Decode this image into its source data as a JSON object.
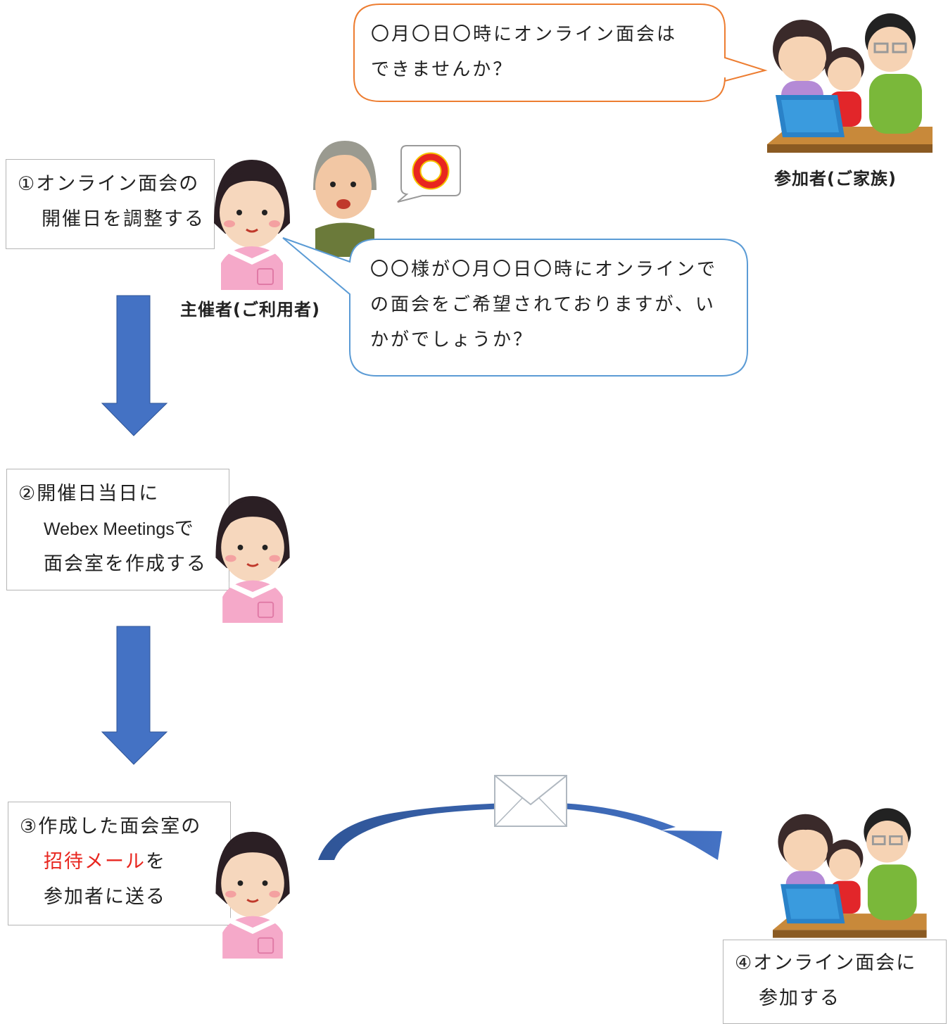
{
  "family_request": {
    "line1": "〇月〇日〇時にオンライン面会は",
    "line2": "できませんか？"
  },
  "family_caption": "参加者(ご家族)",
  "step1": {
    "line1": "①オンライン面会の",
    "line2": "開催日を調整する"
  },
  "host_caption": "主催者(ご利用者)",
  "staff_message": {
    "line1": "〇〇様が〇月〇日〇時にオンラインで",
    "line2": "の面会をご希望されておりますが、い",
    "line3": "かがでしょうか？"
  },
  "step2": {
    "line1": "②開催日当日に",
    "line2a": "Webex Meetings",
    "line2b": "で",
    "line3": "面会室を作成する"
  },
  "step3": {
    "line1": "③作成した面会室の",
    "line2a": "招待メール",
    "line2b": "を",
    "line3": "参加者に送る"
  },
  "step4": {
    "line1": "④オンライン面会に",
    "line2": "参加する"
  },
  "colors": {
    "arrow": "#4472c4",
    "bubble_orange": "#ed7d31",
    "bubble_blue": "#5b9bd5",
    "highlight": "#e8261f"
  },
  "icons": [
    "family-at-laptop-illustration",
    "caregiver-illustration",
    "elderly-man-illustration",
    "ok-circle-icon",
    "envelope-icon"
  ]
}
